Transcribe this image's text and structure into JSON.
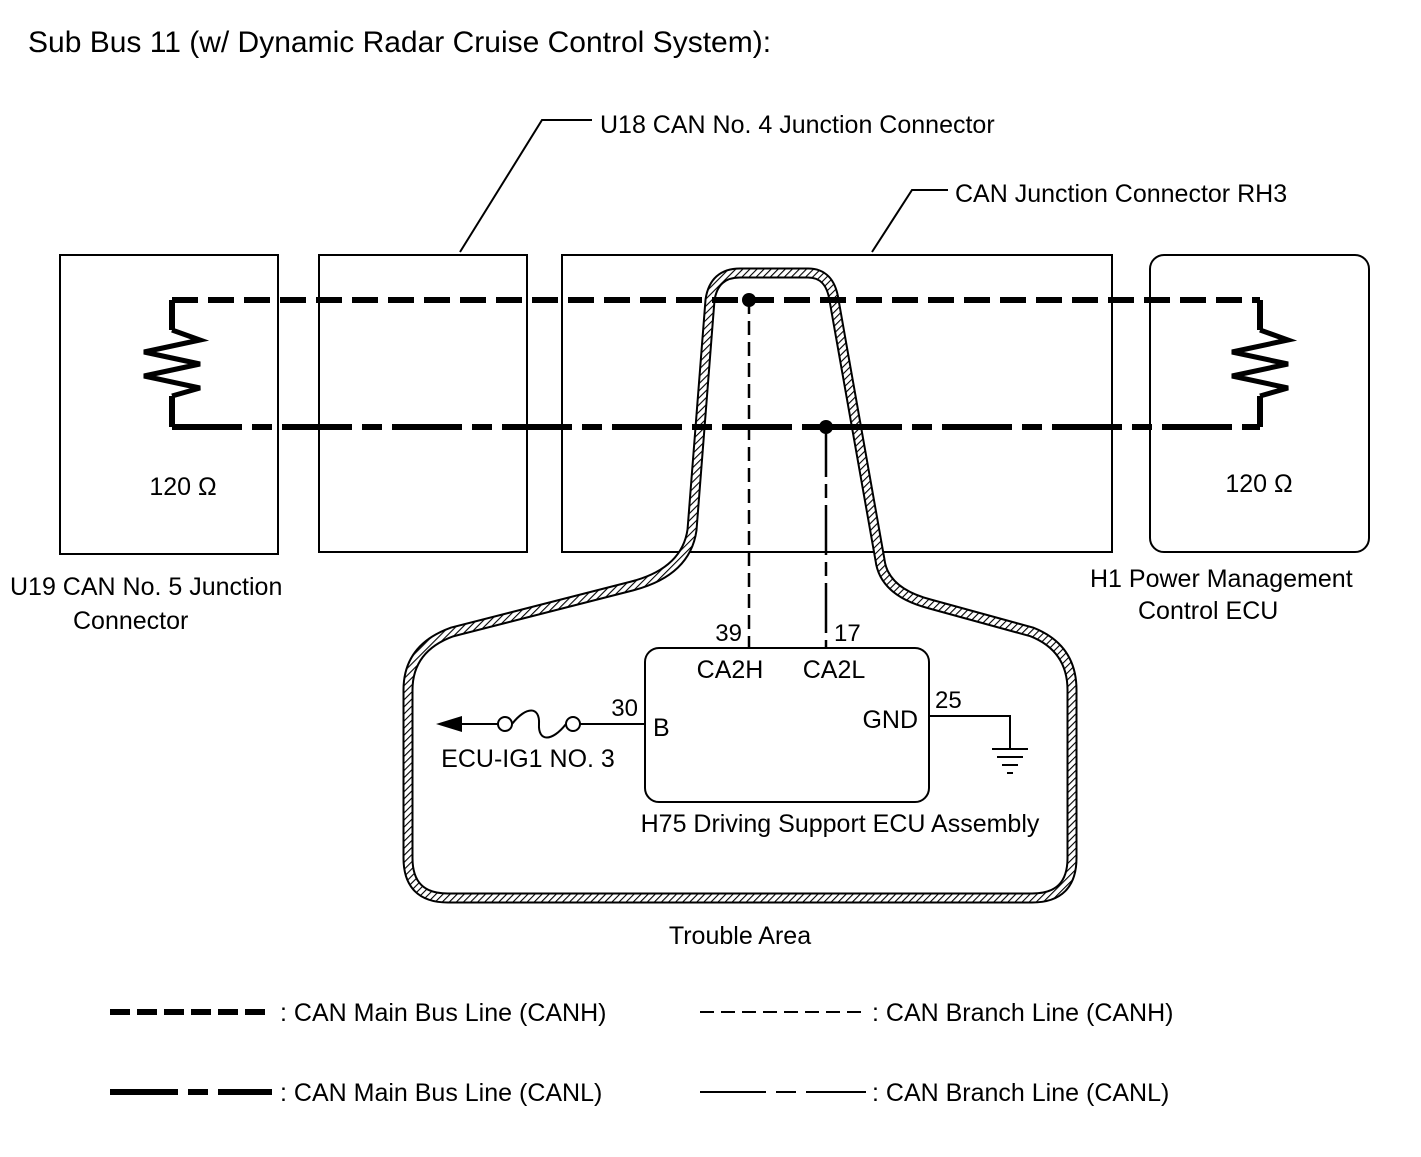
{
  "title": "Sub Bus 11 (w/ Dynamic Radar Cruise Control System):",
  "connectors": {
    "u18": "U18  CAN No. 4 Junction Connector",
    "rh3": "CAN Junction Connector RH3",
    "u19_line1": "U19  CAN No. 5 Junction",
    "u19_line2": "Connector",
    "h1_line1": "H1  Power Management",
    "h1_line2": "Control ECU"
  },
  "resistors": {
    "left": "120 Ω",
    "right": "120 Ω"
  },
  "ecu": {
    "name": "H75  Driving Support ECU Assembly",
    "pins": {
      "ca2h_num": "39",
      "ca2h": "CA2H",
      "ca2l_num": "17",
      "ca2l": "CA2L",
      "b_num": "30",
      "b": "B",
      "gnd_num": "25",
      "gnd": "GND"
    },
    "fuse": "ECU-IG1 NO. 3"
  },
  "trouble_area": "Trouble Area",
  "legend": {
    "main_canh": ": CAN Main Bus Line (CANH)",
    "main_canl": ": CAN Main Bus Line (CANL)",
    "branch_canh": ": CAN Branch Line (CANH)",
    "branch_canl": ": CAN Branch Line (CANL)"
  }
}
